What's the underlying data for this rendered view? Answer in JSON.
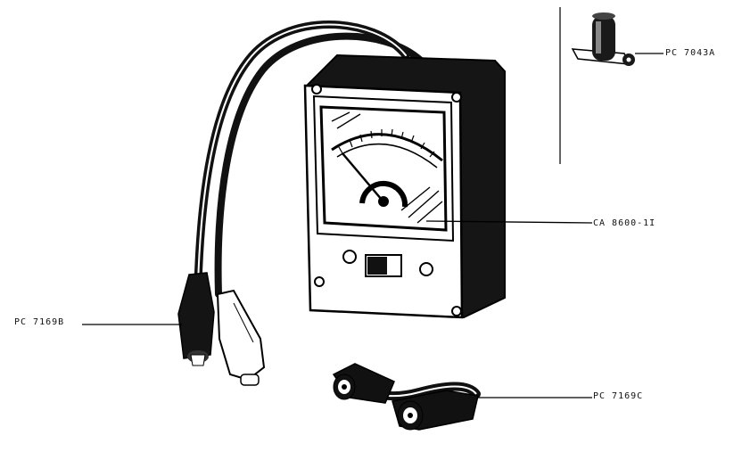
{
  "labels": {
    "meter_body": "CA 8600-1I",
    "probe_socket": "PC 7043A",
    "test_leads": "PC 7169B",
    "jumper_lead": "PC 7169C"
  }
}
